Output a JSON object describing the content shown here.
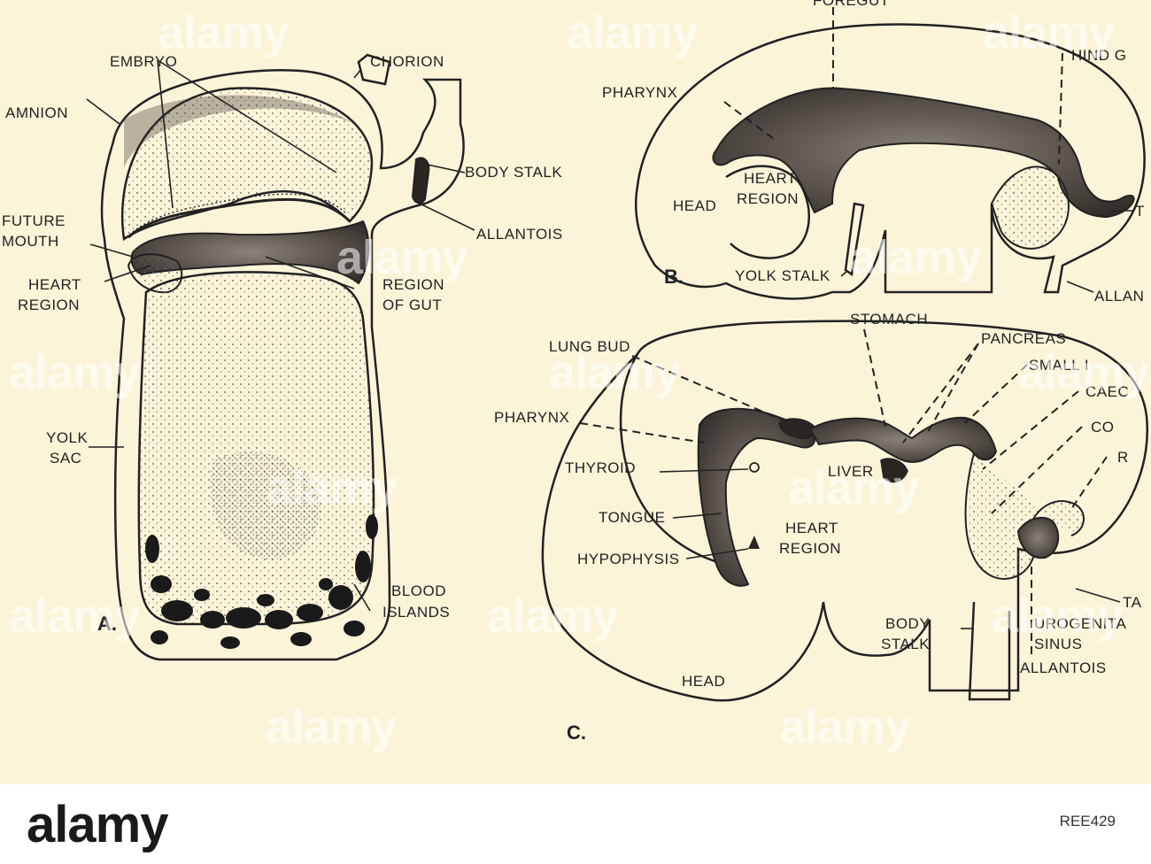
{
  "panel_a": {
    "panel_label": "A.",
    "labels": {
      "embryo": "EMBRYO",
      "chorion": "CHORION",
      "amnion": "AMNION",
      "body_stalk": "BODY STALK",
      "future_mouth_1": "FUTURE",
      "future_mouth_2": "MOUTH",
      "allantois": "ALLANTOIS",
      "heart_region_1": "HEART",
      "heart_region_2": "REGION",
      "region_of_gut_1": "REGION",
      "region_of_gut_2": "OF GUT",
      "yolk_sac_1": "YOLK",
      "yolk_sac_2": "SAC",
      "blood_islands_1": "BLOOD",
      "blood_islands_2": "ISLANDS"
    }
  },
  "panel_b": {
    "panel_label": "B.",
    "labels": {
      "foregut": "FOREGUT",
      "pharynx": "PHARYNX",
      "hind_gut": "HIND G",
      "heart_region_1": "HEART",
      "heart_region_2": "REGION",
      "head": "HEAD",
      "tail": "T",
      "yolk_stalk": "YOLK STALK",
      "allantois": "ALLAN"
    }
  },
  "panel_c": {
    "panel_label": "C.",
    "labels": {
      "stomach": "STOMACH",
      "lung_bud": "LUNG BUD",
      "pancreas": "PANCREAS",
      "small_intestine": "SMALL I",
      "caecum": "CAEC",
      "colon": "CO",
      "rectum": "R",
      "pharynx": "PHARYNX",
      "thyroid": "THYROID",
      "liver": "LIVER",
      "tongue": "TONGUE",
      "heart_region_1": "HEART",
      "heart_region_2": "REGION",
      "hypophysis": "HYPOPHYSIS",
      "tail": "TA",
      "body_stalk_1": "BODY",
      "body_stalk_2": "STALK",
      "urogenital_1": "UROGENITA",
      "urogenital_2": "SINUS",
      "allantois": "ALLANTOIS",
      "head": "HEAD"
    }
  },
  "footer": {
    "logo": "alamy",
    "image_id": "REE429"
  },
  "watermark": "alamy",
  "colors": {
    "background": "#fbf4d9",
    "ink": "#222222",
    "footer": "#ffffff"
  }
}
